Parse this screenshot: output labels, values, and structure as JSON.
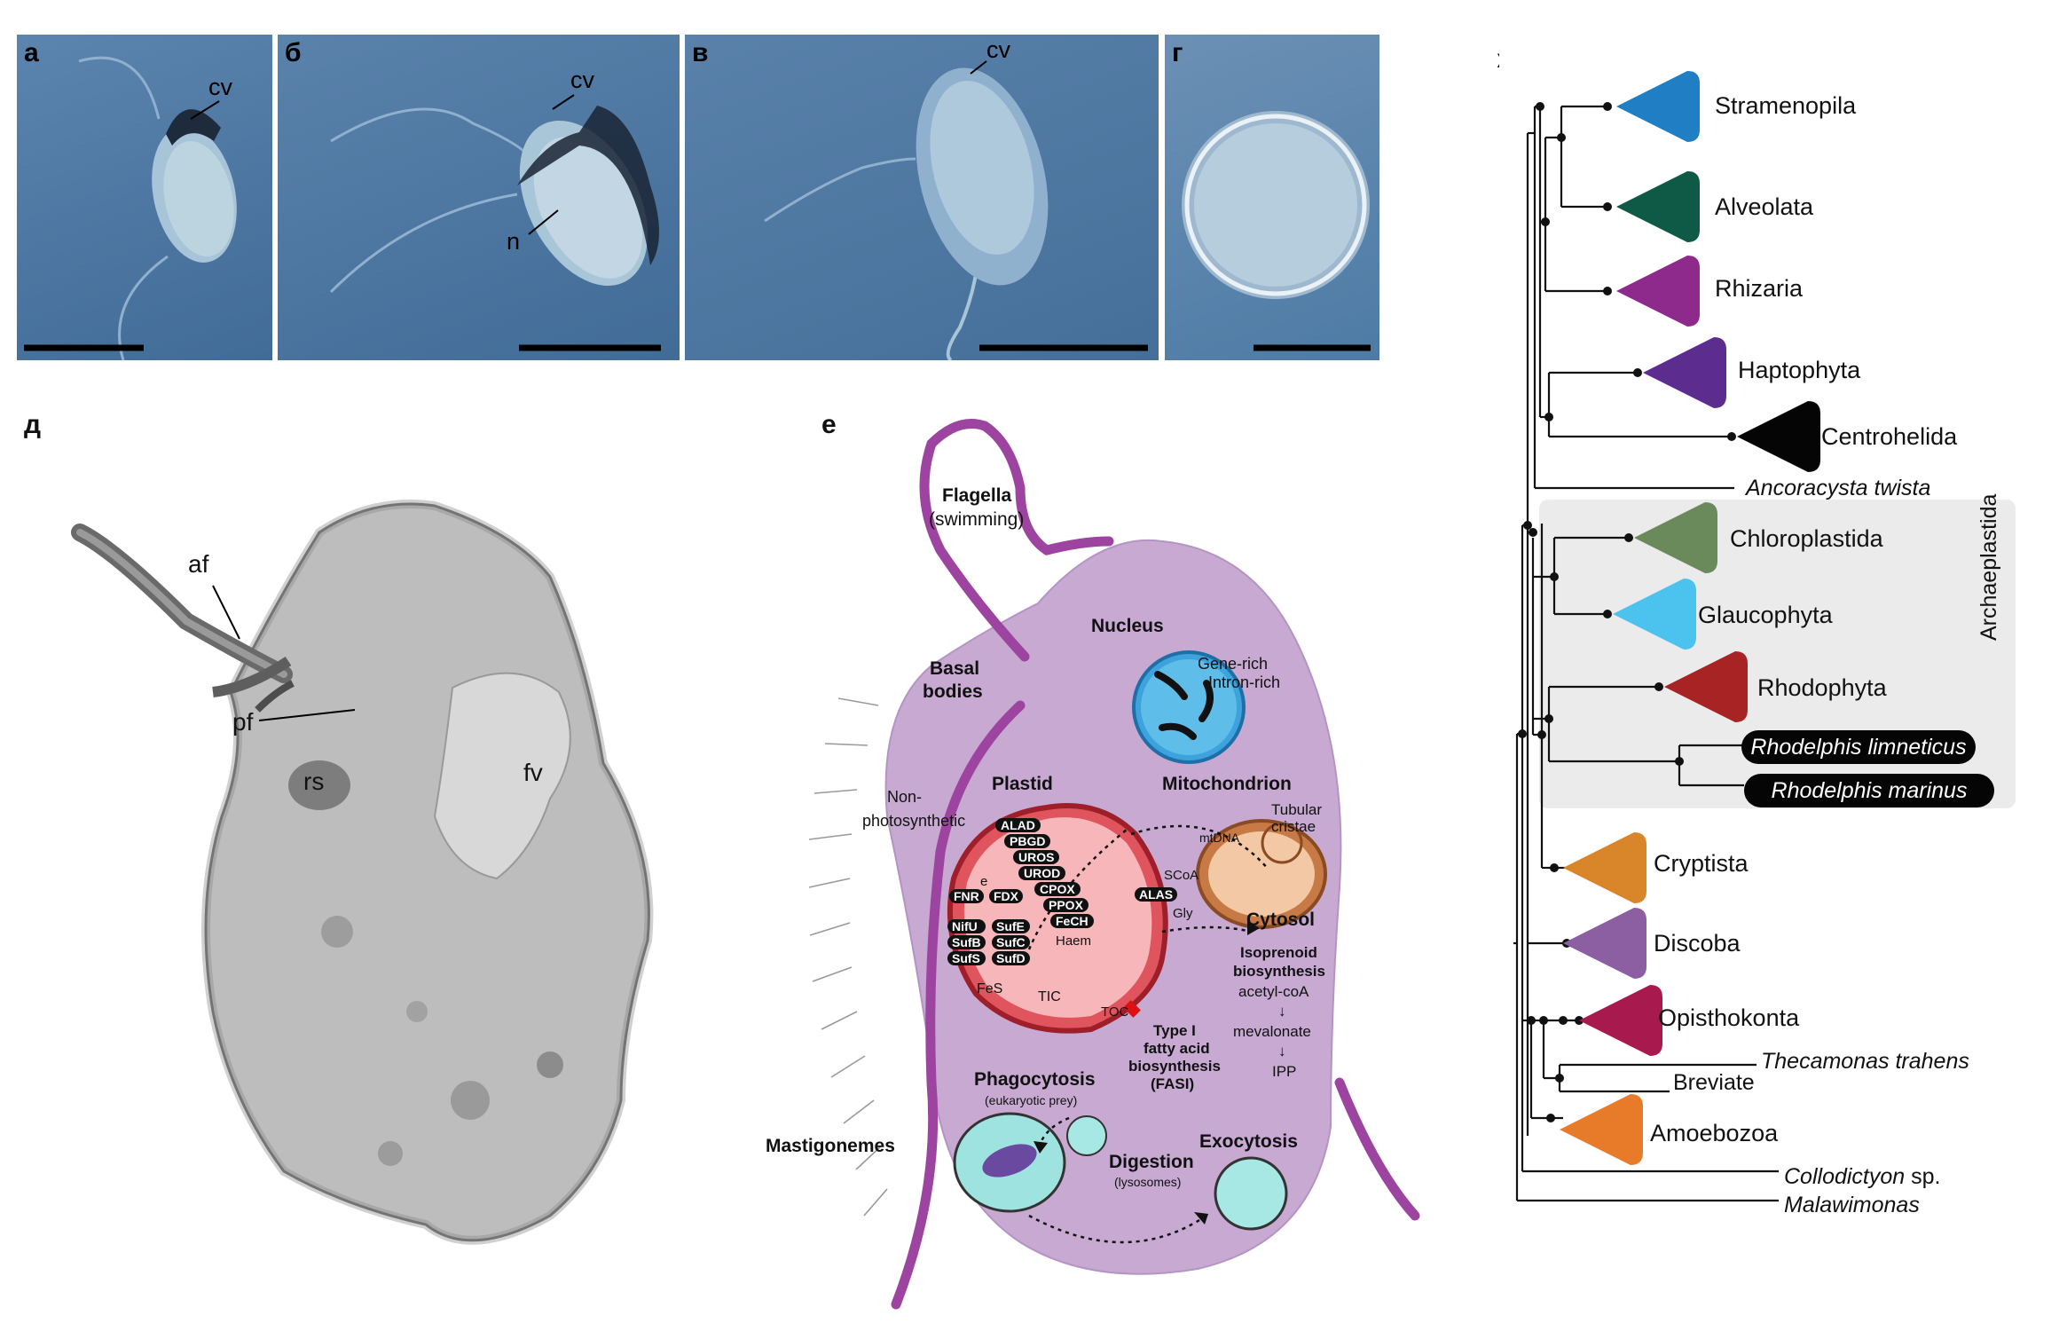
{
  "panels": {
    "a": {
      "label": "а",
      "annotations": [
        "cv"
      ]
    },
    "b": {
      "label": "б",
      "annotations": [
        "cv",
        "n"
      ]
    },
    "v": {
      "label": "в",
      "annotations": [
        "cv"
      ]
    },
    "g": {
      "label": "г"
    },
    "d": {
      "label": "д",
      "annotations": [
        "af",
        "pf",
        "rs",
        "fv"
      ]
    },
    "e": {
      "label": "е"
    },
    "zh": {
      "label": "ж"
    }
  },
  "cell_diagram": {
    "flagella_title": "Flagella",
    "flagella_sub": "(swimming)",
    "basal_1": "Basal",
    "basal_2": "bodies",
    "nucleus": "Nucleus",
    "gene_rich": "Gene-rich",
    "intron_rich": "Intron-rich",
    "plastid": "Plastid",
    "nonphoto_1": "Non-",
    "nonphoto_2": "photosynthetic",
    "mitochondrion": "Mitochondrion",
    "tubular_1": "Tubular",
    "tubular_2": "cristae",
    "plastid_enzymes": [
      "ALAD",
      "PBGD",
      "UROS",
      "UROD",
      "CPOX",
      "PPOX",
      "FeCH"
    ],
    "e_minus": "e",
    "fnr": "FNR",
    "fdx": "FDX",
    "suf_left": [
      "NifU",
      "SufB",
      "SufS"
    ],
    "suf_right": [
      "SufE",
      "SufC",
      "SufD"
    ],
    "haem": "Haem",
    "fes": "FeS",
    "tic": "TIC",
    "toc": "TOC",
    "mtdna": "mtDNA",
    "scoa": "SCoA",
    "alas": "ALAS",
    "gly": "Gly",
    "cytosol": "Cytosol",
    "iso_1": "Isoprenoid",
    "iso_2": "biosynthesis",
    "acetyl": "acetyl-coA",
    "arrow_down": "↓",
    "mevalonate": "mevalonate",
    "ipp": "IPP",
    "fasi_1": "Type I",
    "fasi_2": "fatty acid",
    "fasi_3": "biosynthesis",
    "fasi_4": "(FASI)",
    "phago": "Phagocytosis",
    "phago_sub": "(eukaryotic prey)",
    "digestion": "Digestion",
    "digestion_sub": "(lysosomes)",
    "exocytosis": "Exocytosis",
    "mastigonemes": "Mastigonemes"
  },
  "tree": {
    "clades": [
      {
        "name": "Stramenopila",
        "color": "#1f7ec4"
      },
      {
        "name": "Alveolata",
        "color": "#0f5a46"
      },
      {
        "name": "Rhizaria",
        "color": "#8e2a8b"
      },
      {
        "name": "Haptophyta",
        "color": "#5c2d8e"
      },
      {
        "name": "Centrohelida",
        "color": "#050505"
      },
      {
        "name": "Chloroplastida",
        "color": "#6b8a5c"
      },
      {
        "name": "Glaucophyta",
        "color": "#4cc3ee"
      },
      {
        "name": "Rhodophyta",
        "color": "#a82424"
      },
      {
        "name": "Cryptista",
        "color": "#d9862b"
      },
      {
        "name": "Discoba",
        "color": "#8b5fa1"
      },
      {
        "name": "Opisthokonta",
        "color": "#a8194e"
      },
      {
        "name": "Amoebozoa",
        "color": "#e87b29"
      }
    ],
    "leaves": {
      "ancoracysta": "Ancoracysta twista",
      "rhodelphis_limneticus": "Rhodelphis limneticus",
      "rhodelphis_marinus": "Rhodelphis marinus",
      "thecamonas": "Thecamonas trahens",
      "breviate": "Breviate",
      "collodictyon_italic": "Collodictyon",
      "collodictyon_suffix": " sp.",
      "malawimonas": "Malawimonas"
    },
    "group_label": "Archaeplastida",
    "group_bg": "#ebebeb"
  }
}
